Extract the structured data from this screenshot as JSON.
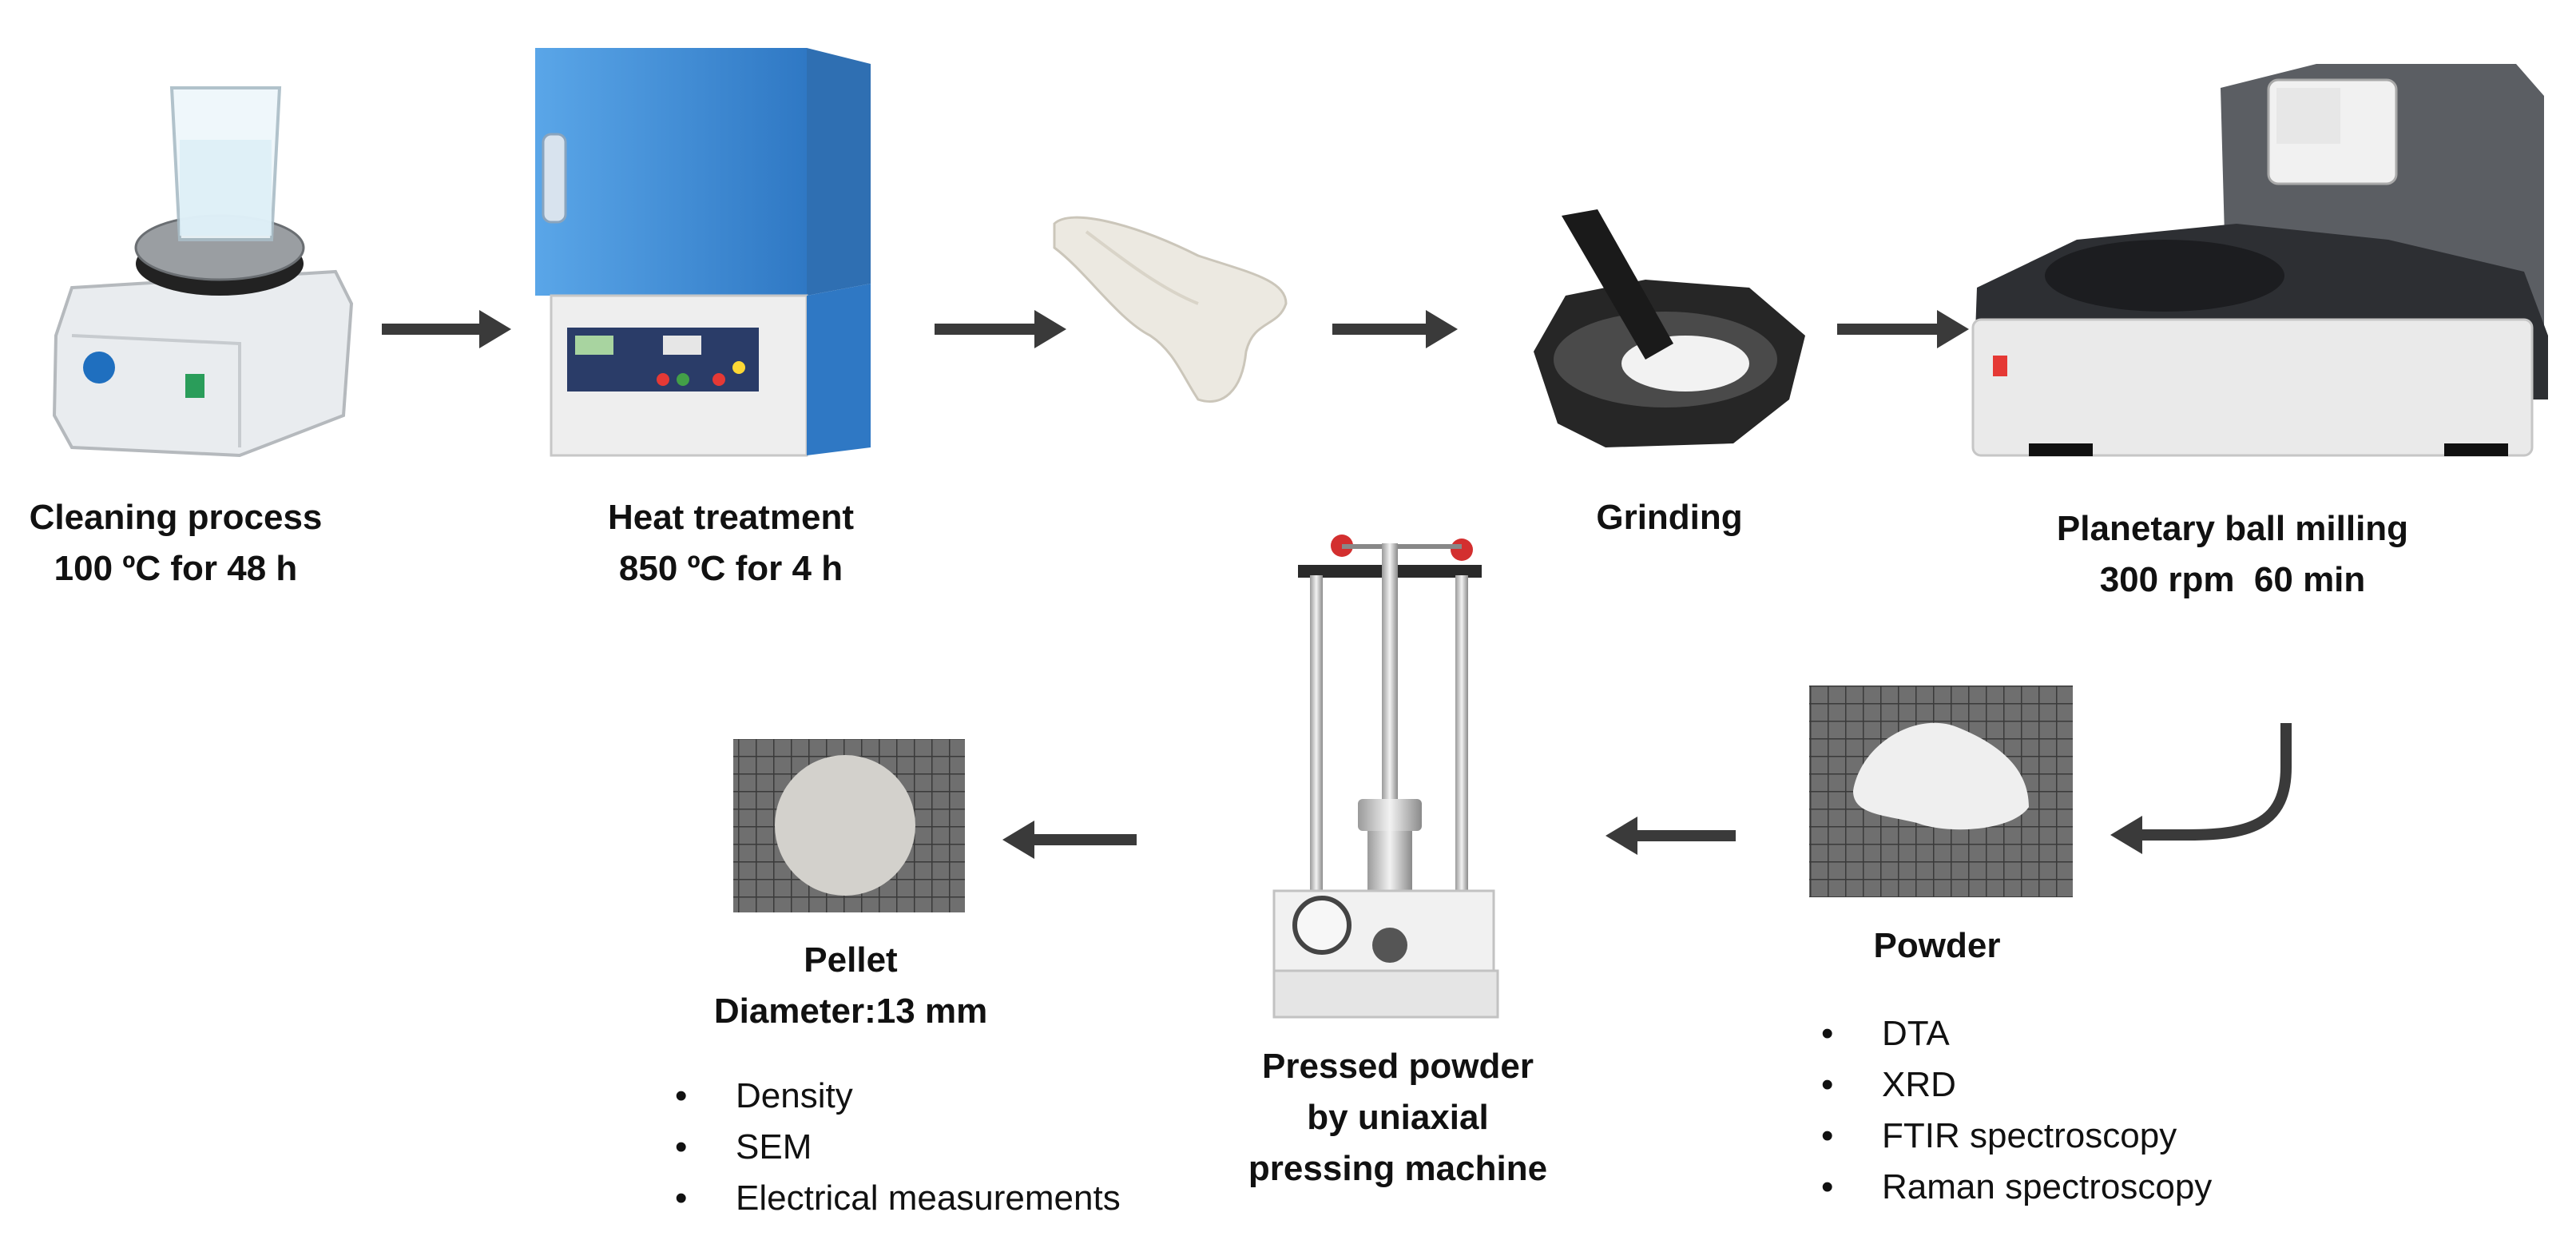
{
  "steps": {
    "cleaning": {
      "title": "Cleaning process",
      "detail": "100 ºC for 48 h"
    },
    "heat": {
      "title": "Heat treatment",
      "detail": "850 ºC for 4 h"
    },
    "grinding": {
      "title": "Grinding"
    },
    "milling": {
      "title": "Planetary ball milling",
      "detail": "300 rpm  60 min"
    },
    "powder": {
      "title": "Powder",
      "analyses": [
        "DTA",
        "XRD",
        "FTIR spectroscopy",
        "Raman spectroscopy"
      ]
    },
    "pressing": {
      "lines": [
        "Pressed powder",
        "by uniaxial",
        "pressing machine"
      ]
    },
    "pellet": {
      "title": "Pellet",
      "detail": "Diameter:13 mm",
      "analyses": [
        "Density",
        "SEM",
        "Electrical measurements"
      ]
    }
  },
  "colors": {
    "arrow": "#3a3a3a",
    "furnace_blue": "#3f8fd6",
    "grid_bg": "#777777"
  },
  "icons": [
    "hotplate-beaker-icon",
    "muffle-furnace-icon",
    "calcined-bone-icon",
    "mortar-pestle-icon",
    "ball-mill-icon",
    "powder-sample-icon",
    "hydraulic-press-icon",
    "pellet-icon"
  ]
}
